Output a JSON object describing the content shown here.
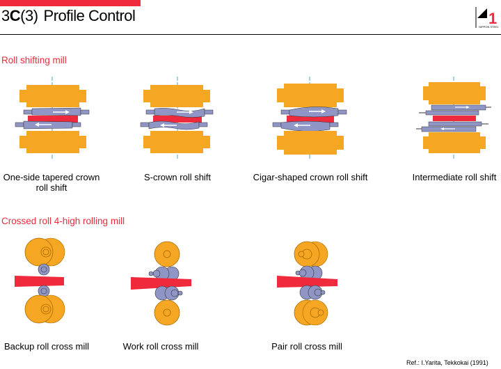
{
  "header": {
    "title_prefix": "3",
    "title_bold": "C",
    "title_num": "(3)",
    "title_main": "Profile Control",
    "accent_color": "#ee2a3c",
    "logo_icon": "company-logo-icon"
  },
  "section1": {
    "title": "Roll shifting mill",
    "items": [
      {
        "caption_line1": "One-side tapered crown",
        "caption_line2": "roll shift"
      },
      {
        "caption_line1": "S-crown roll shift",
        "caption_line2": ""
      },
      {
        "caption_line1": "Cigar-shaped crown roll shift",
        "caption_line2": ""
      },
      {
        "caption_line1": "Intermediate roll shift",
        "caption_line2": ""
      }
    ]
  },
  "section2": {
    "title": "Crossed roll 4-high rolling mill",
    "items": [
      {
        "caption": "Backup roll cross mill"
      },
      {
        "caption": "Work roll cross mill"
      },
      {
        "caption": "Pair roll cross mill"
      }
    ]
  },
  "colors": {
    "backup_roll": "#f5a623",
    "work_roll": "#8f96c6",
    "strip": "#ee2a3c",
    "axis_line": "#4aa8c8"
  },
  "reference": "Ref.: I.Yarita, Tekkokai (1991)"
}
